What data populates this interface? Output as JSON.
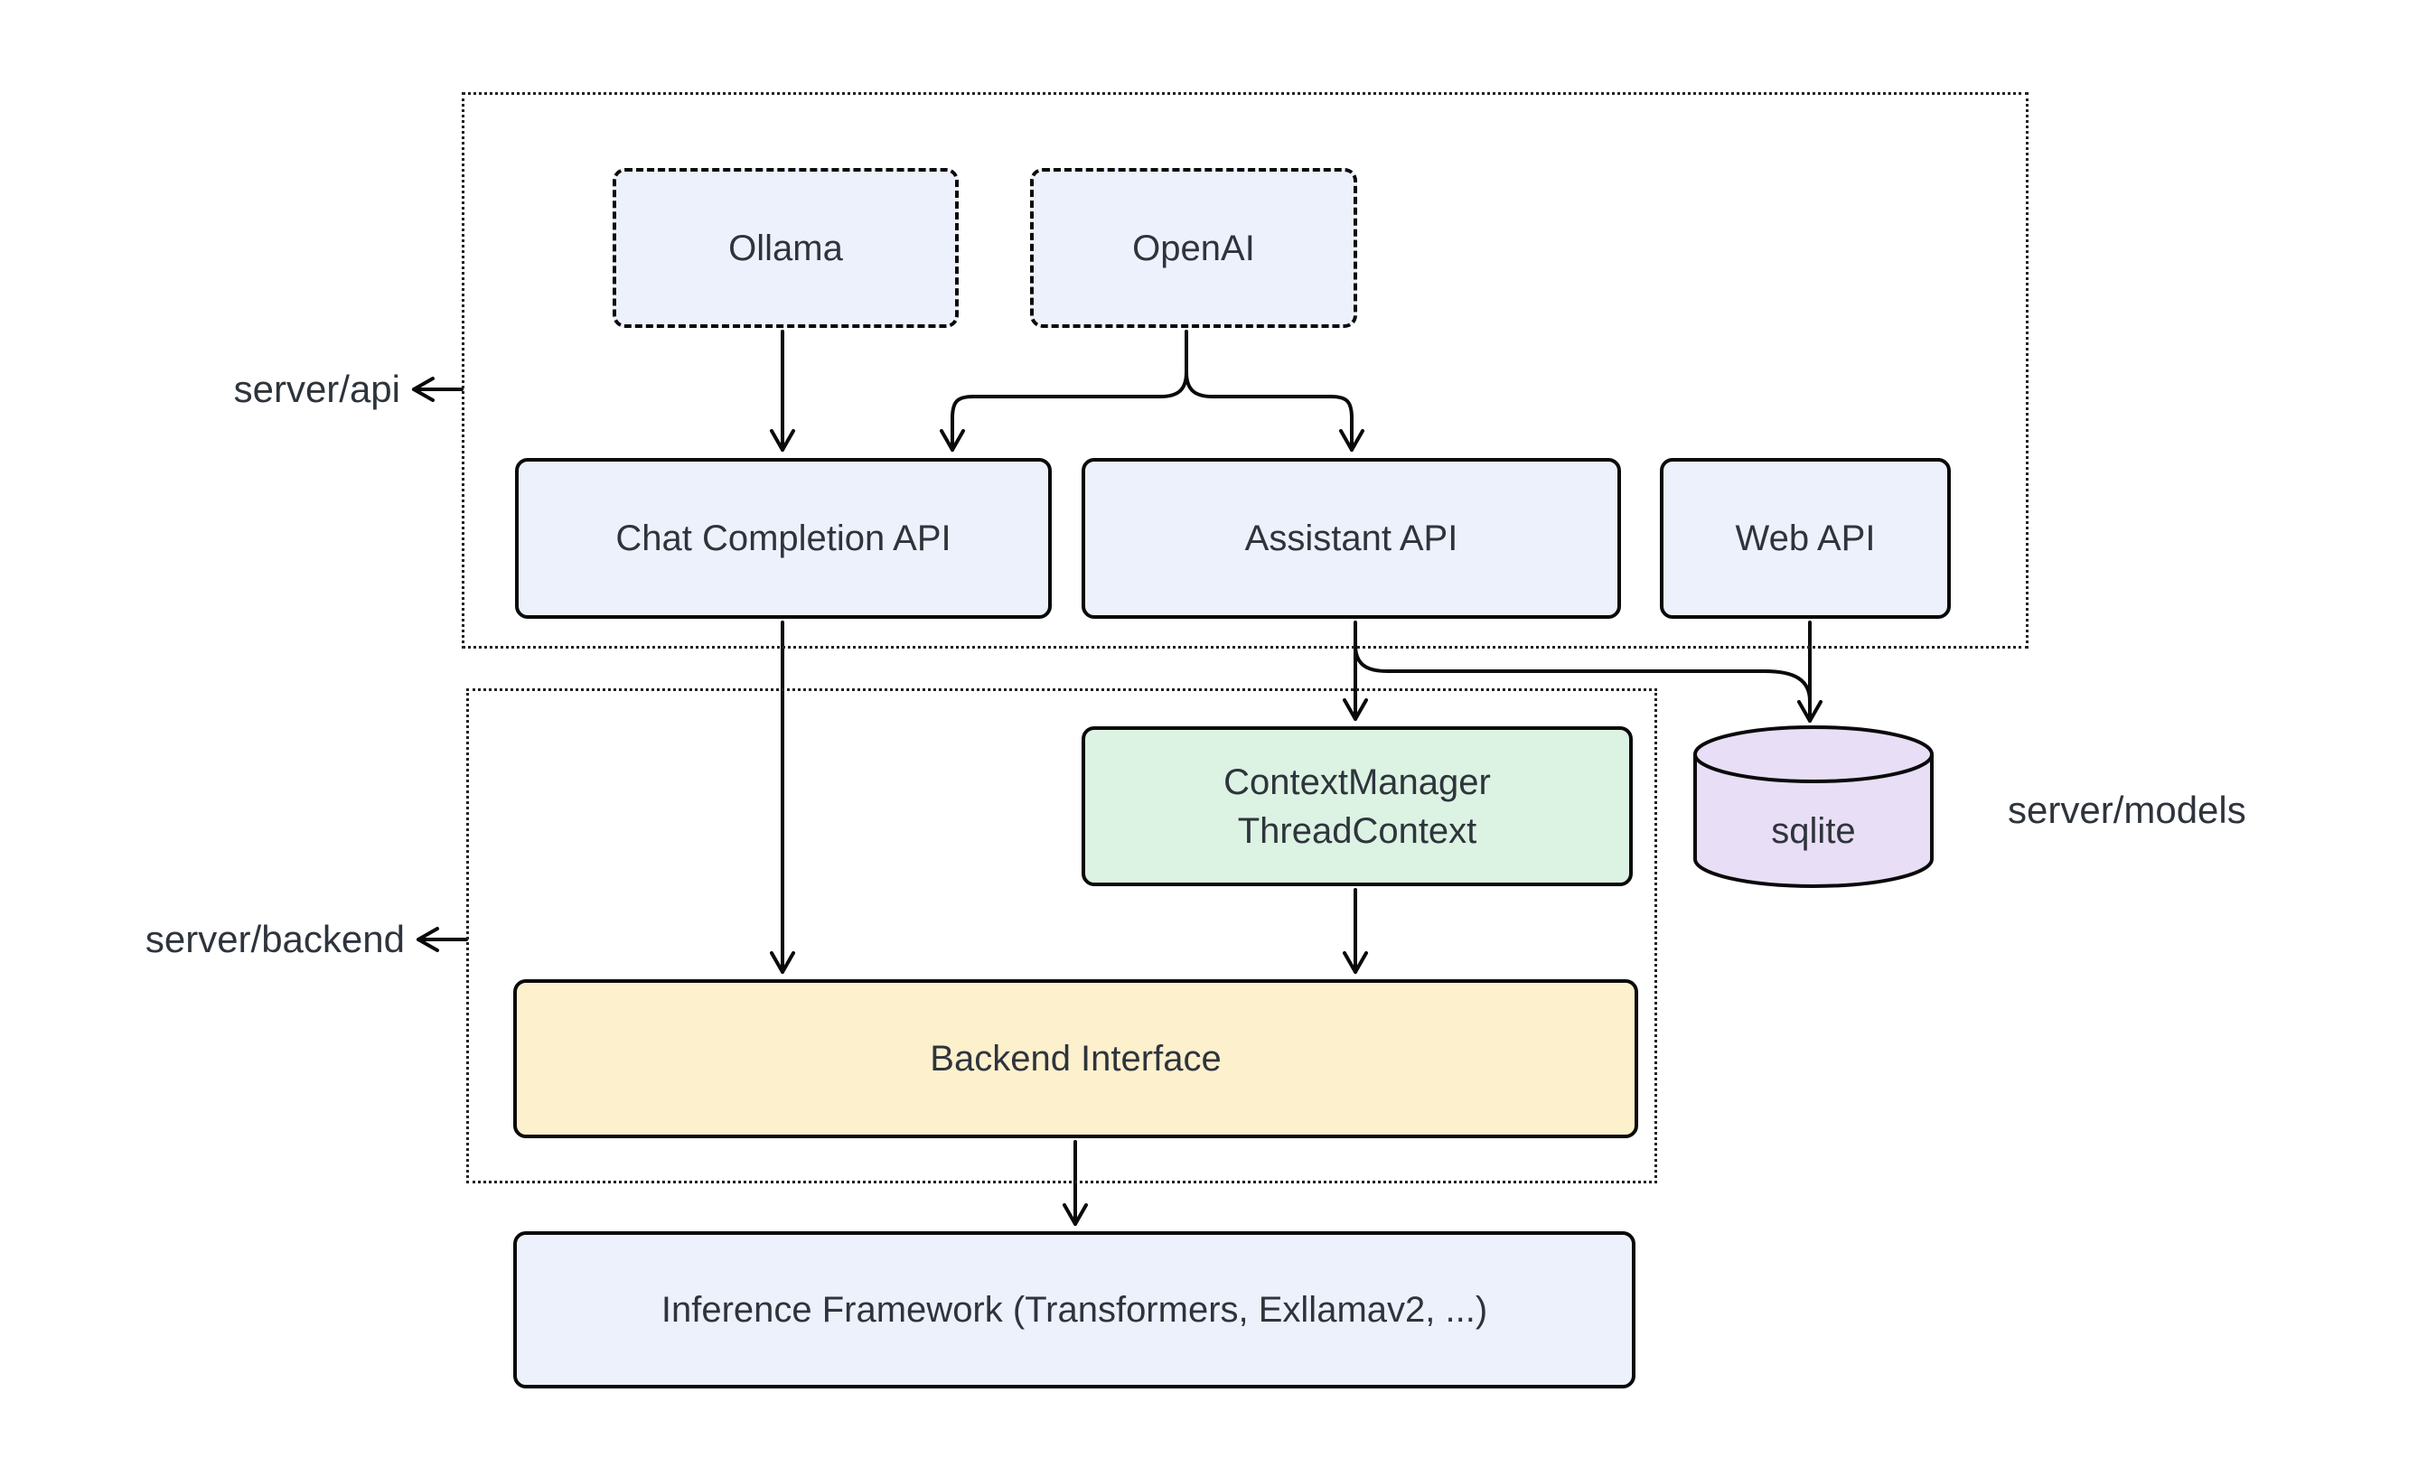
{
  "diagram": {
    "background": "#ffffff",
    "colors": {
      "node_fill_blue": "#edf1fb",
      "node_fill_green": "#dcf2e2",
      "node_fill_yellow": "#fdf0cd",
      "node_fill_purple": "#e8def5",
      "border": "#0a0a0a",
      "container_border": "#222222",
      "text": "#2e343c"
    },
    "containers": {
      "api": {
        "label": "server/api"
      },
      "backend": {
        "label": "server/backend"
      }
    },
    "nodes": {
      "ollama": {
        "label": "Ollama"
      },
      "openai": {
        "label": "OpenAI"
      },
      "chat_api": {
        "label": "Chat Completion API"
      },
      "assistant_api": {
        "label": "Assistant API"
      },
      "web_api": {
        "label": "Web API"
      },
      "context": {
        "line1": "ContextManager",
        "line2": "ThreadContext"
      },
      "backend_interface": {
        "label": "Backend Interface"
      },
      "inference": {
        "label": "Inference Framework (Transformers, Exllamav2, ...)"
      },
      "sqlite": {
        "label": "sqlite"
      }
    },
    "external_labels": {
      "models": {
        "label": "server/models"
      }
    }
  }
}
